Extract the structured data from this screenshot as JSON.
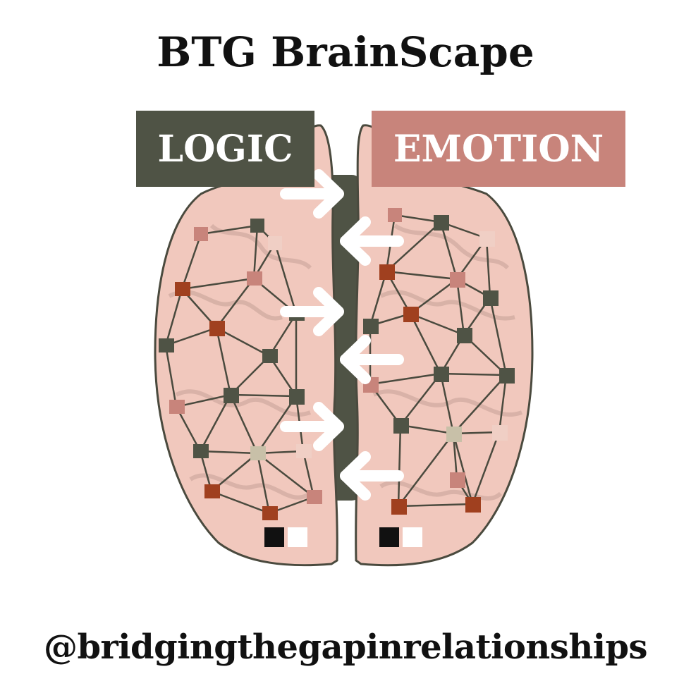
{
  "title": "BTG BrainScape",
  "labels": {
    "logic": "LOGIC",
    "emotion": "EMOTION"
  },
  "handle": "@bridgingthegapinrelationships",
  "colors": {
    "logic_box": "#4f5345",
    "emotion_box": "#c8847b",
    "brain_fill": "#f1c8bd",
    "brain_outline": "#4a4a3e",
    "network_lines": "#4a4a3e",
    "node_dark": "#4f5345",
    "node_rust": "#a0401f",
    "node_pink": "#c8847b",
    "node_light": "#f0cfc5",
    "node_beige": "#c8c0a8",
    "arrows": "#ffffff"
  },
  "icons": [
    "right-arrow-icon",
    "left-arrow-icon"
  ]
}
